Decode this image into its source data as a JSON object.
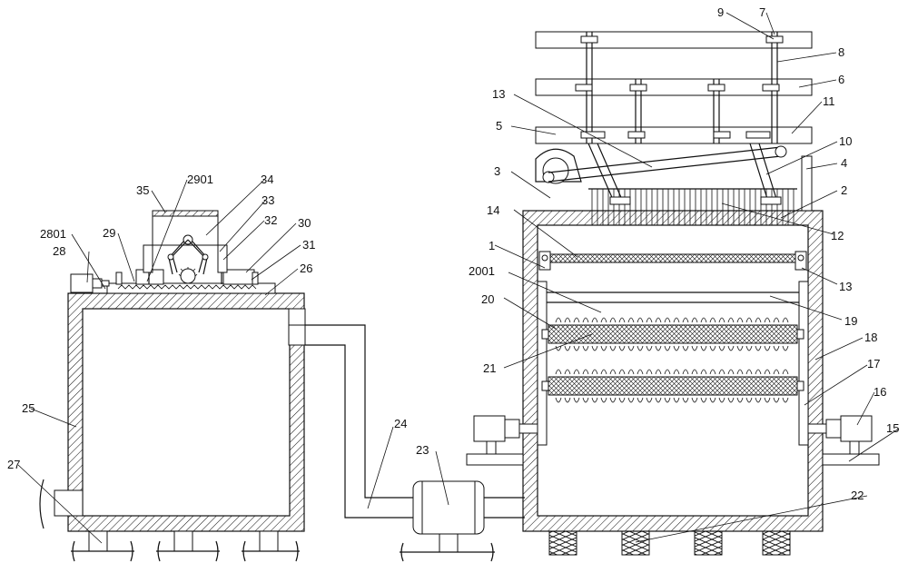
{
  "labels": {
    "l1": "1",
    "l2": "2",
    "l3": "3",
    "l4": "4",
    "l5": "5",
    "l6": "6",
    "l7": "7",
    "l8": "8",
    "l9": "9",
    "l10": "10",
    "l11": "11",
    "l12": "12",
    "l13a": "13",
    "l13b": "13",
    "l14": "14",
    "l15": "15",
    "l16": "16",
    "l17": "17",
    "l18": "18",
    "l19": "19",
    "l20": "20",
    "l2001": "2001",
    "l21": "21",
    "l22": "22",
    "l23": "23",
    "l24": "24",
    "l25": "25",
    "l26": "26",
    "l27": "27",
    "l28": "28",
    "l2801": "2801",
    "l29": "29",
    "l2901": "2901",
    "l30": "30",
    "l31": "31",
    "l32": "32",
    "l33": "33",
    "l34": "34",
    "l35": "35"
  }
}
